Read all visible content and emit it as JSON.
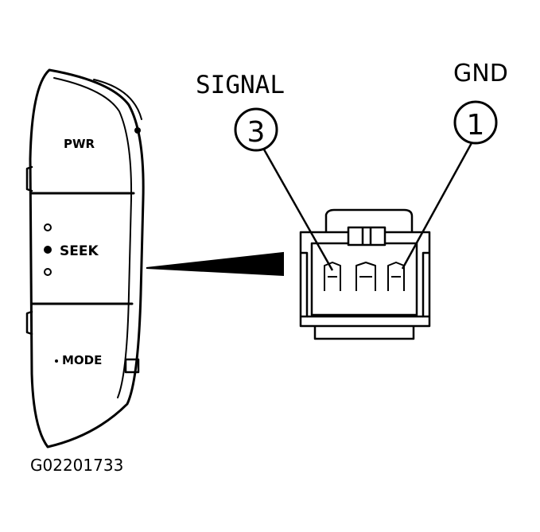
{
  "switch": {
    "pwr_label": "PWR",
    "seek_label": "SEEK",
    "mode_label": "MODE"
  },
  "connector": {
    "signal_label": "SIGNAL",
    "gnd_label": "GND",
    "pin_signal": "3",
    "pin_gnd": "1"
  },
  "figure_id": "G02201733",
  "colors": {
    "ink": "#000000",
    "paper": "#ffffff"
  }
}
